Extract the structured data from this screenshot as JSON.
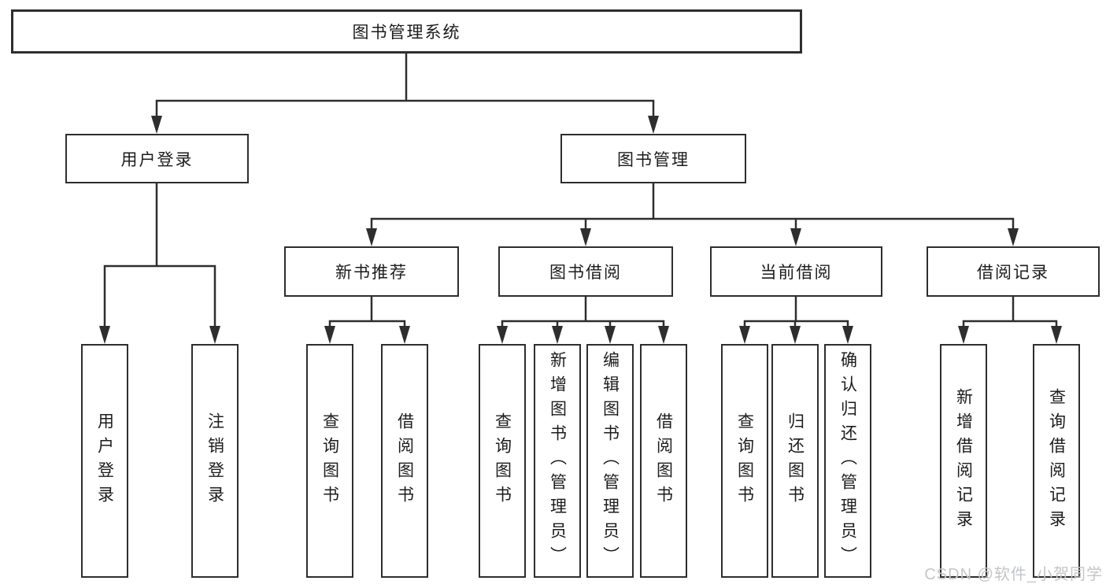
{
  "tree": {
    "root": {
      "label": "图书管理系统"
    },
    "branches": [
      {
        "label": "用户登录",
        "children": [
          {
            "label": "用户登录"
          },
          {
            "label": "注销登录"
          }
        ]
      },
      {
        "label": "图书管理",
        "groups": [
          {
            "label": "新书推荐",
            "children": [
              {
                "label": "查询图书"
              },
              {
                "label": "借阅图书"
              }
            ]
          },
          {
            "label": "图书借阅",
            "children": [
              {
                "label": "查询图书"
              },
              {
                "label": "新增图书（管理员）"
              },
              {
                "label": "编辑图书（管理员）"
              },
              {
                "label": "借阅图书"
              }
            ]
          },
          {
            "label": "当前借阅",
            "children": [
              {
                "label": "查询图书"
              },
              {
                "label": "归还图书"
              },
              {
                "label": "确认归还（管理员）"
              }
            ]
          },
          {
            "label": "借阅记录",
            "children": [
              {
                "label": "新增借阅记录"
              },
              {
                "label": "查询借阅记录"
              }
            ]
          }
        ]
      }
    ]
  },
  "watermark": {
    "text": "CSDN @软件_小贺同学",
    "color": "#c3c6c9"
  },
  "colors": {
    "line": "#2e2e2e",
    "text": "#1c1c1c",
    "background": "#ffffff"
  }
}
